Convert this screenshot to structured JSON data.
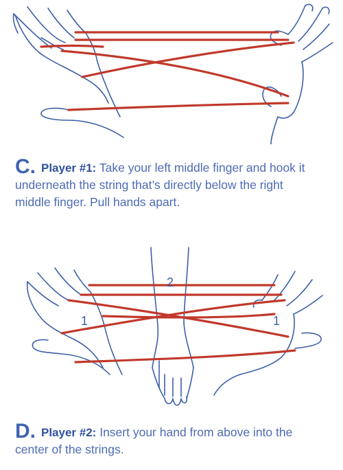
{
  "steps": [
    {
      "letter": "C.",
      "player": "Player #1:",
      "text_line1": " Take your left middle finger and hook it",
      "text_line2": "underneath the string that’s directly below the right",
      "text_line3": "middle finger. Pull hands apart."
    },
    {
      "letter": "D.",
      "player": "Player #2:",
      "text_line1": " Insert your hand from above into the",
      "text_line2": "center of the strings."
    }
  ],
  "figure_labels": {
    "center_hand": "2",
    "left_hand": "1",
    "right_hand": "1"
  },
  "colors": {
    "outline": "#3d5fa8",
    "string": "#c0392b",
    "caption": "#4d6bb4"
  }
}
